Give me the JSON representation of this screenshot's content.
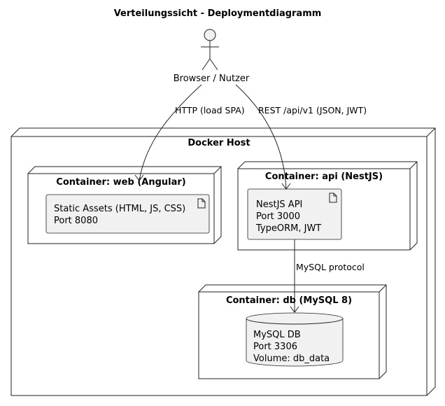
{
  "title": "Verteilungssicht - Deploymentdiagramm",
  "actor": {
    "label": "Browser / Nutzer"
  },
  "docker_host": {
    "label": "Docker Host"
  },
  "web_container": {
    "label": "Container: web (Angular)",
    "artifact_lines": [
      "Static Assets (HTML, JS, CSS)",
      "Port 8080"
    ]
  },
  "api_container": {
    "label": "Container: api (NestJS)",
    "artifact_lines": [
      "NestJS API",
      "Port 3000",
      "TypeORM, JWT"
    ]
  },
  "db_container": {
    "label": "Container: db (MySQL 8)",
    "database_lines": [
      "MySQL DB",
      "Port 3306",
      "Volume: db_data"
    ]
  },
  "edges": {
    "actor_to_web": "HTTP (load SPA)",
    "actor_to_api": "REST /api/v1 (JSON, JWT)",
    "api_to_db": "MySQL protocol"
  }
}
